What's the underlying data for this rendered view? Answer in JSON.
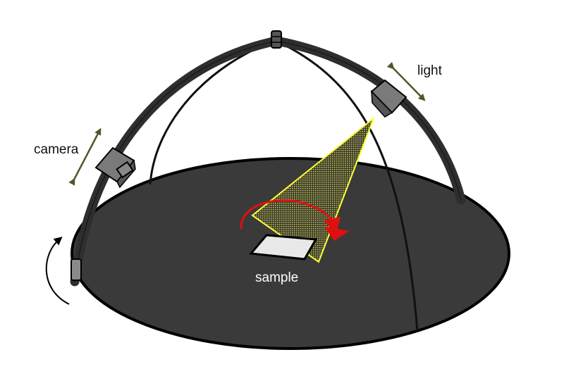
{
  "labels": {
    "camera": "camera",
    "light": "light",
    "sample": "sample"
  },
  "colors": {
    "background": "#ffffff",
    "base_disc": "#3a3a3a",
    "arch": "#2e2e2e",
    "inner_arch": "#1a1a1a",
    "device_body": "#7a7a7a",
    "adjust_arrows": "#4a5a2a",
    "light_beam": "#ffff33",
    "rotation_arrow": "#e01010",
    "sample_fill": "#e8e8e8",
    "camera_label": "#111111",
    "sample_label": "#ffffff"
  },
  "icons": {
    "camera": "camera-icon",
    "light": "light-icon",
    "sample": "sample-plate",
    "base_rotation": "rotate-arrow-icon",
    "turntable_rotation": "rotate-arrow-icon"
  }
}
